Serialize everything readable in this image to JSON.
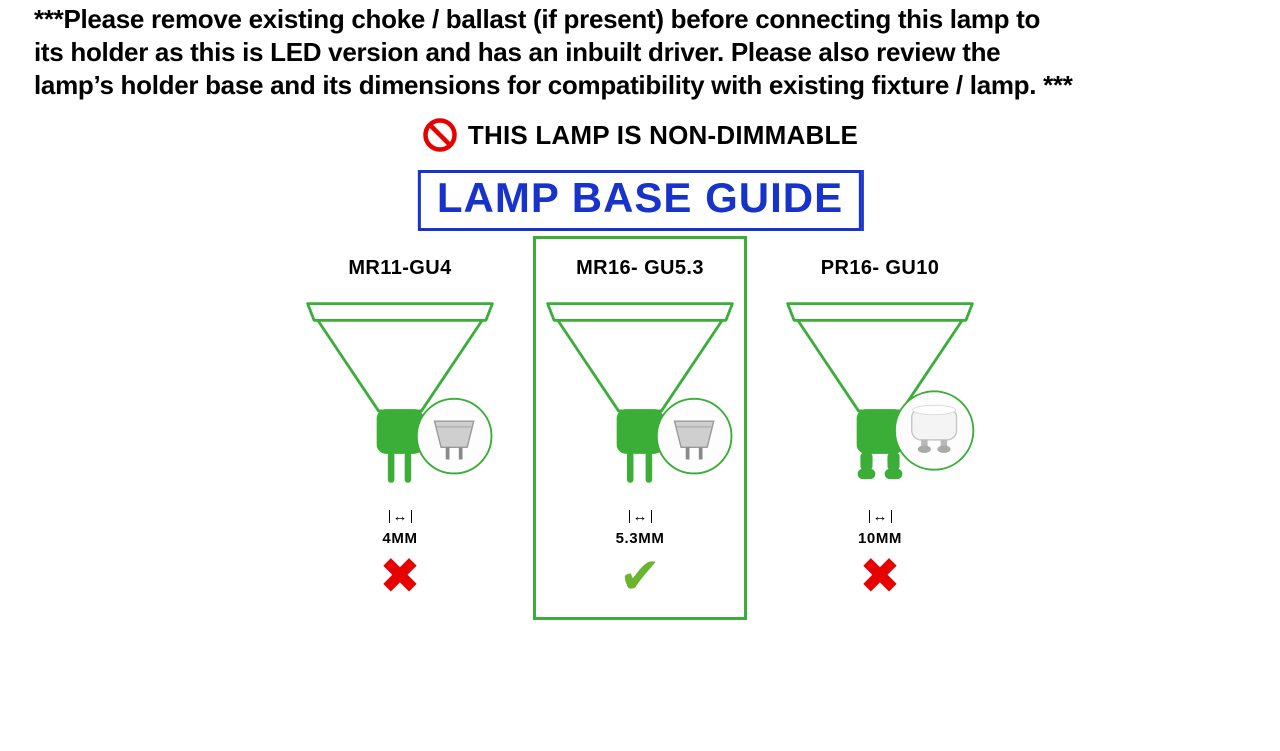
{
  "disclaimer": {
    "lines": [
      "***Please remove existing choke / ballast (if present) before connecting this lamp to",
      "its holder as this is LED version and has an inbuilt driver. Please also review the",
      "lamp’s holder base and its dimensions for compatibility with existing fixture / lamp. ***"
    ]
  },
  "warning": {
    "icon": "no-symbol",
    "label": "THIS LAMP IS NON-DIMMABLE"
  },
  "guide": {
    "title": "LAMP BASE GUIDE"
  },
  "dimension_arrow": "↔",
  "bases": [
    {
      "name": "MR11-GU4",
      "pin_spacing": "4MM",
      "compatible": false,
      "mark": "✖"
    },
    {
      "name": "MR16- GU5.3",
      "pin_spacing": "5.3MM",
      "compatible": true,
      "mark": "✔"
    },
    {
      "name": "PR16- GU10",
      "pin_spacing": "10MM",
      "compatible": false,
      "mark": "✖"
    }
  ],
  "colors": {
    "lamp_green": "#3aae36",
    "guide_blue": "#1733cc",
    "cross_red": "#e60000",
    "check_green": "#6ab42e"
  }
}
